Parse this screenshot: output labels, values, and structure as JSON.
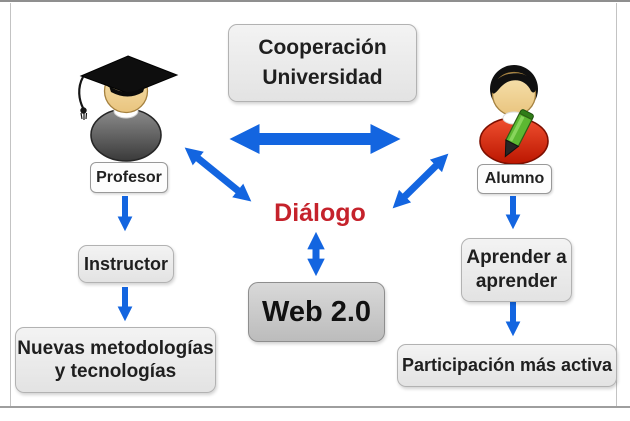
{
  "title": "Cooperación Universidad - diagrama Web 2.0",
  "colors": {
    "arrow_blue": "#1365e0",
    "dialog_red": "#c5222b",
    "box_gray": "#ececec",
    "web_box_gray": "#c9c9c9"
  },
  "nodes": {
    "cooperacion_universidad": "Cooperación\nUniversidad",
    "profesor": "Profesor",
    "alumno": "Alumno",
    "instructor": "Instructor",
    "nuevas_metodologias": "Nuevas metodologías\ny tecnologías",
    "dialogo": "Diálogo",
    "web20": "Web 2.0",
    "aprender": "Aprender a\naprender",
    "participacion": "Participación más activa"
  },
  "icons": {
    "profesor": "graduate-professor-icon",
    "alumno": "student-with-pencil-icon"
  },
  "edges": [
    {
      "from": "profesor",
      "to": "alumno",
      "type": "double-headed"
    },
    {
      "from": "profesor",
      "to": "dialogo",
      "type": "double-headed"
    },
    {
      "from": "alumno",
      "to": "dialogo",
      "type": "double-headed"
    },
    {
      "from": "dialogo",
      "to": "web20",
      "type": "double-headed"
    },
    {
      "from": "profesor",
      "to": "instructor",
      "type": "single"
    },
    {
      "from": "instructor",
      "to": "nuevas_metodologias",
      "type": "single"
    },
    {
      "from": "alumno",
      "to": "aprender",
      "type": "single"
    },
    {
      "from": "aprender",
      "to": "participacion",
      "type": "single"
    }
  ]
}
